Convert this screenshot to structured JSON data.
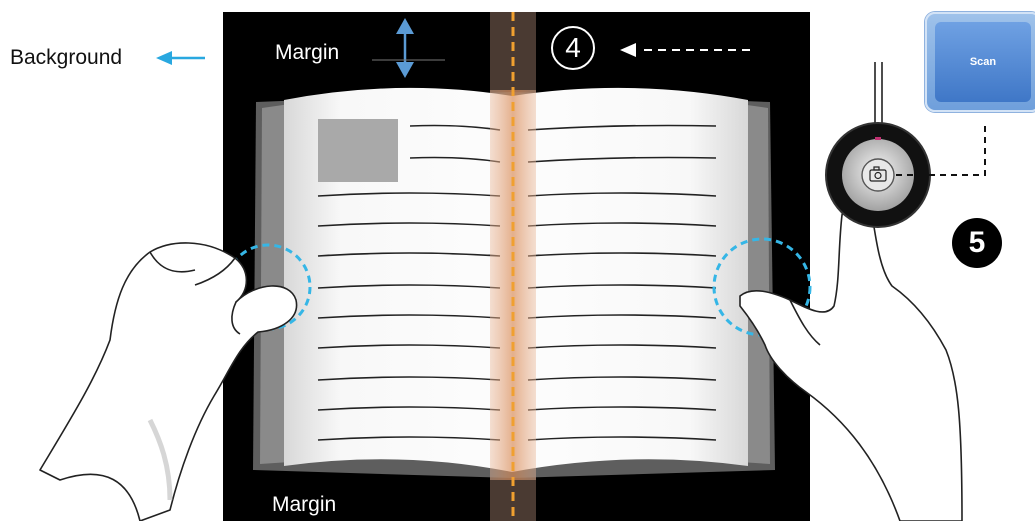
{
  "labels": {
    "background": "Background",
    "margin_top": "Margin",
    "margin_bottom": "Margin"
  },
  "steps": {
    "four": "4",
    "five": "5"
  },
  "scan_button": {
    "label": "Scan"
  },
  "icons": [
    "camera-icon",
    "dashed-arrow-left-icon",
    "arrow-left-icon",
    "double-arrow-vertical-icon"
  ],
  "colors": {
    "background_dark": "#000000",
    "guide_orange": "#f0a030",
    "circle_blue": "#35b6e6",
    "scan_blue": "#4a84d2"
  }
}
